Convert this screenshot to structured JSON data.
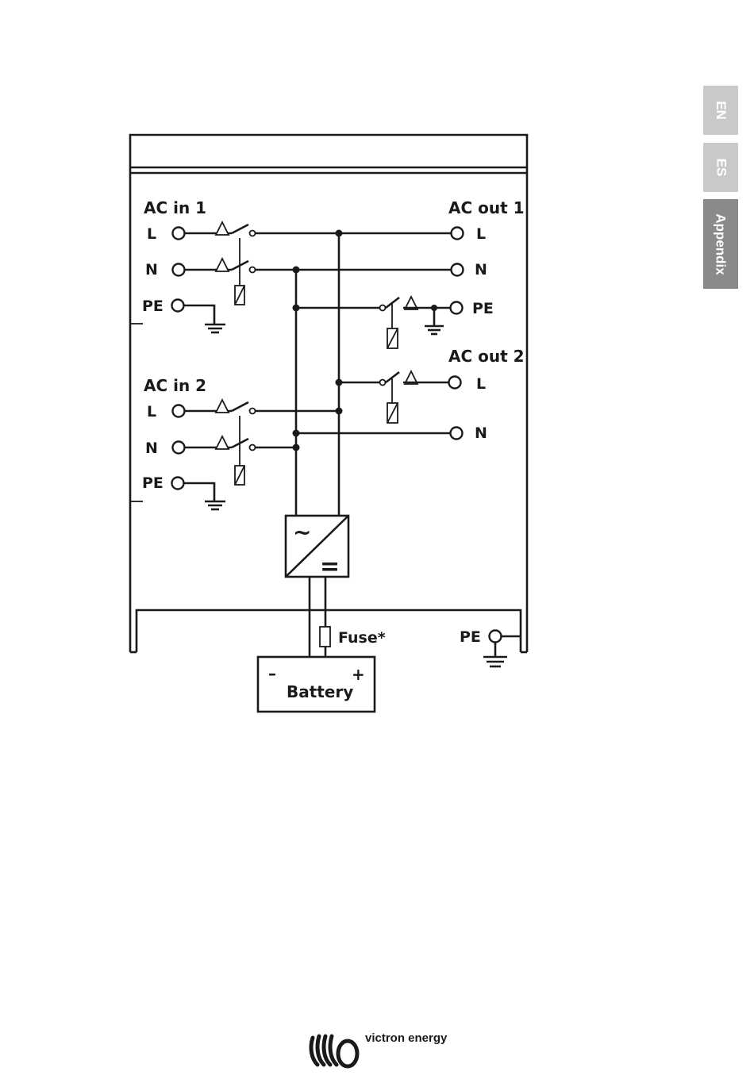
{
  "tabs": [
    {
      "label": "EN",
      "active": false
    },
    {
      "label": "ES",
      "active": false
    },
    {
      "label": "Appendix",
      "active": true
    }
  ],
  "diagram": {
    "ac_in_1": {
      "title": "AC in 1",
      "l": "L",
      "n": "N",
      "pe": "PE"
    },
    "ac_in_2": {
      "title": "AC in 2",
      "l": "L",
      "n": "N",
      "pe": "PE"
    },
    "ac_out_1": {
      "title": "AC out 1",
      "l": "L",
      "n": "N",
      "pe": "PE"
    },
    "ac_out_2": {
      "title": "AC out 2",
      "l": "L",
      "n": "N"
    },
    "converter": {
      "ac_symbol": "~",
      "dc_symbol": "="
    },
    "fuse_label": "Fuse*",
    "chassis_pe_label": "PE",
    "battery": {
      "label": "Battery",
      "minus": "–",
      "plus": "+"
    }
  },
  "footer": {
    "brand": "victron energy",
    "logo_icon": "victron-logo-icon"
  }
}
